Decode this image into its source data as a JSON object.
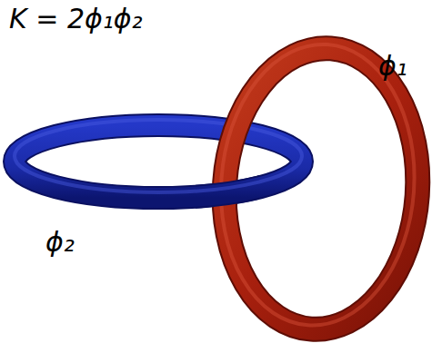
{
  "diagram": {
    "labels": [
      "K = 2ϕ₁ϕ₂",
      "ϕ₁",
      "ϕ₂"
    ]
  }
}
